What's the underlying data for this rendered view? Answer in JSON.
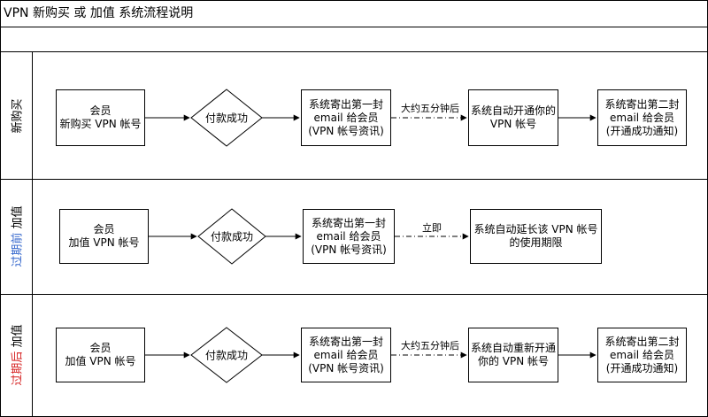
{
  "title": "VPN 新购买 或 加值 系统流程说明",
  "colors": {
    "line": "#000000",
    "lane2_accent": "#3366cc",
    "lane3_accent": "#d62222"
  },
  "lanes": [
    {
      "label": "新购买",
      "label_parts": [
        {
          "text": "新购买",
          "accent": false
        }
      ],
      "start": "会员\n新购买 VPN 帐号",
      "decision": "付款成功",
      "email1": "系统寄出第一封\nemail 给会员\n(VPN 帐号资讯)",
      "delay": "大约五分钟后",
      "action": "系统自动开通你的\nVPN 帐号",
      "email2": "系统寄出第二封\nemail 给会员\n(开通成功通知)"
    },
    {
      "label": "过期前 加值",
      "label_parts": [
        {
          "text": "过期前",
          "accent": true
        },
        {
          "text": " 加值",
          "accent": false
        }
      ],
      "start": "会员\n加值 VPN 帐号",
      "decision": "付款成功",
      "email1": "系统寄出第一封\nemail 给会员\n(VPN 帐号资讯)",
      "delay": "立即",
      "action": "系统自动延长该 VPN 帐号\n的使用期限"
    },
    {
      "label": "过期后 加值",
      "label_parts": [
        {
          "text": "过期后",
          "accent": true
        },
        {
          "text": " 加值",
          "accent": false
        }
      ],
      "start": "会员\n加值 VPN 帐号",
      "decision": "付款成功",
      "email1": "系统寄出第一封\nemail 给会员\n(VPN 帐号资讯)",
      "delay": "大约五分钟后",
      "action": "系统自动重新开通\n你的 VPN 帐号",
      "email2": "系统寄出第二封\nemail 给会员\n(开通成功通知)"
    }
  ]
}
